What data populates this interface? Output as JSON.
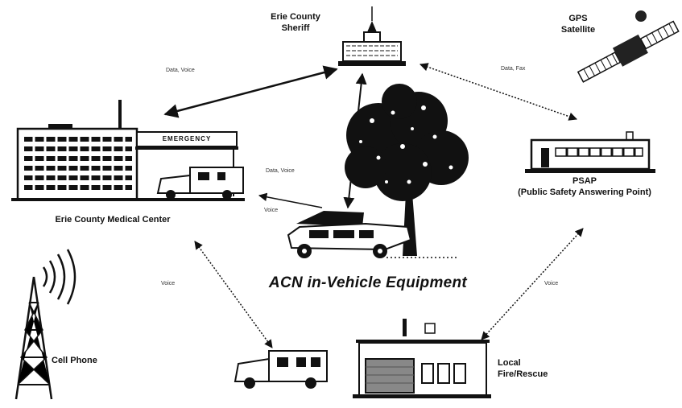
{
  "nodes": {
    "sheriff": {
      "name_line1": "Erie County",
      "name_line2": "Sheriff"
    },
    "gps": {
      "name_line1": "GPS",
      "name_line2": "Satellite"
    },
    "medical_center": {
      "name": "Erie County Medical Center",
      "sign": "EMERGENCY"
    },
    "psap": {
      "name_line1": "PSAP",
      "name_line2": "(Public Safety Answering Point)"
    },
    "center": {
      "title": "ACN in-Vehicle Equipment"
    },
    "cell_phone": {
      "name": "Cell Phone"
    },
    "fire_rescue": {
      "name_line1": "Local",
      "name_line2": "Fire/Rescue"
    }
  },
  "links": {
    "medical_sheriff": "Data, Voice",
    "sheriff_psap": "Data, Fax",
    "vehicle_medical_data": "Data, Voice",
    "vehicle_medical_voice": "Voice",
    "medical_ambulance": "Voice",
    "psap_fire": "Voice"
  }
}
